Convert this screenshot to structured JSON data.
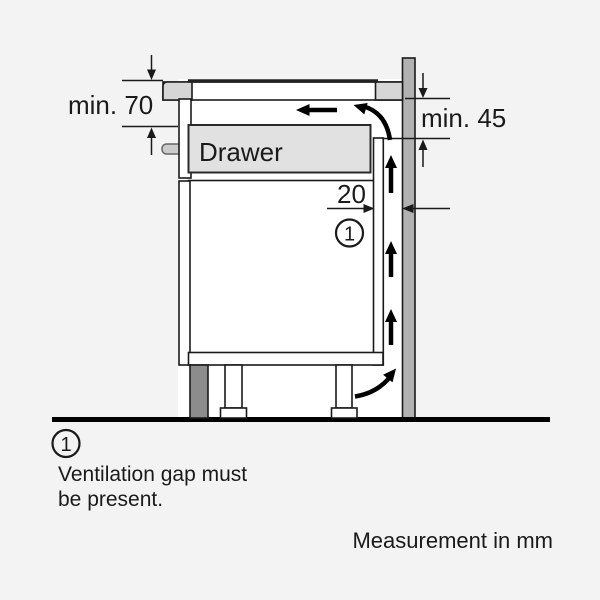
{
  "diagram": {
    "dim_min70": "min. 70",
    "dim_min45": "min. 45",
    "dim_gap20": "20",
    "drawer_label": "Drawer",
    "callout": "1"
  },
  "legend": {
    "callout": "1",
    "line1": "Ventilation gap must",
    "line2": "be present."
  },
  "footer": {
    "note": "Measurement in mm"
  },
  "colors": {
    "background": "#f3f3f3",
    "diagram_background": "#ffffff",
    "line": "#1a1a1a",
    "wall": "#b2b2b2",
    "plinth": "#8c8c8c",
    "drawer": "#e1e1e1",
    "worktop": "#d6d6d6",
    "handle": "#cccccc"
  }
}
